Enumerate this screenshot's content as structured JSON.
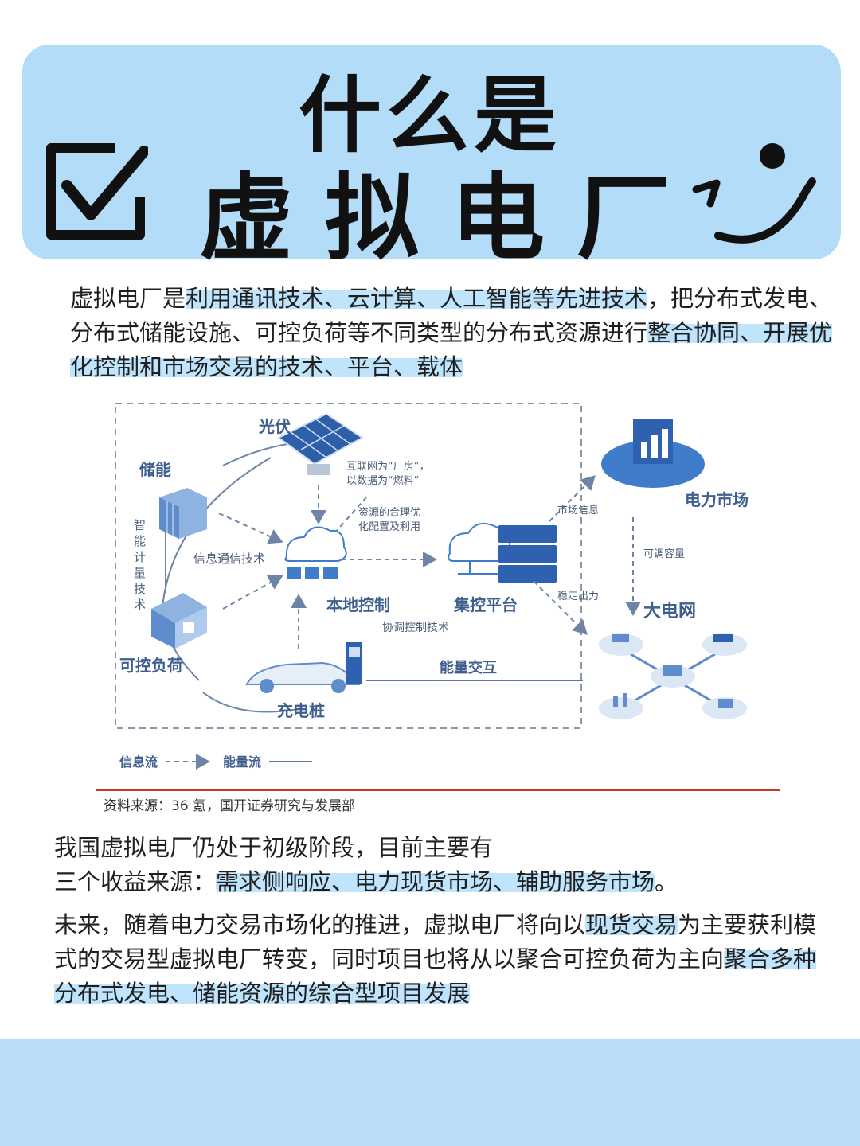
{
  "header": {
    "title_line1": "什么是",
    "title_line2": "虚拟电厂"
  },
  "intro": {
    "part1": "虚拟电厂是",
    "part2": "利用通讯技术、云计算、人工智能等先进技术",
    "part3": "，把分布式发电、分布式储能设施、可控负荷等不同类型的分布式资源进行",
    "part4": "整合协同、开展优化控制和市场交易的技术、平台、载体"
  },
  "diagram": {
    "labels": {
      "solar": "光伏",
      "storage": "储能",
      "smart_metering": "智能计量技术",
      "info_tech": "信息通信技术",
      "local_control": "本地控制",
      "central_platform": "集控平台",
      "controllable_load": "可控负荷",
      "charging_pile": "充电桩",
      "electricity_market": "电力市场",
      "big_grid": "大电网",
      "internet_plant": "互联网为“厂房”，",
      "data_fuel": "以数据为“燃料”",
      "resource_opt_1": "资源的合理优",
      "resource_opt_2": "化配置及利用",
      "market_info": "市场信息",
      "stable_output": "稳定出力",
      "adjustable_capacity": "可调容量",
      "coordinated_control": "协调控制技术",
      "energy_exchange": "能量交互"
    },
    "legend": {
      "info_flow": "信息流",
      "energy_flow": "能量流"
    },
    "source": "资料来源：36 氪，国开证券研究与发展部"
  },
  "para2": {
    "line1": "我国虚拟电厂仍处于初级阶段，目前主要有",
    "line2_prefix": "三个收益来源：",
    "line2_highlight": "需求侧响应、电力现货市场、辅助服务市场",
    "line2_suffix": "。"
  },
  "para3": {
    "part1": "未来，随着电力交易市场化的推进，虚拟电厂将向以",
    "part2": "现货交易",
    "part3": "为主要获利模式的交易型虚拟电厂转变，同时项目也将从以聚合可控负荷为主向",
    "part4": "聚合多种分布式发电、储能资源的综合型项目发展"
  },
  "colors": {
    "accent_blue": "#b3dcf8",
    "highlight_blue": "#bfe4fb",
    "diagram_blue": "#3f7cc9",
    "source_rule": "#c0392b"
  }
}
